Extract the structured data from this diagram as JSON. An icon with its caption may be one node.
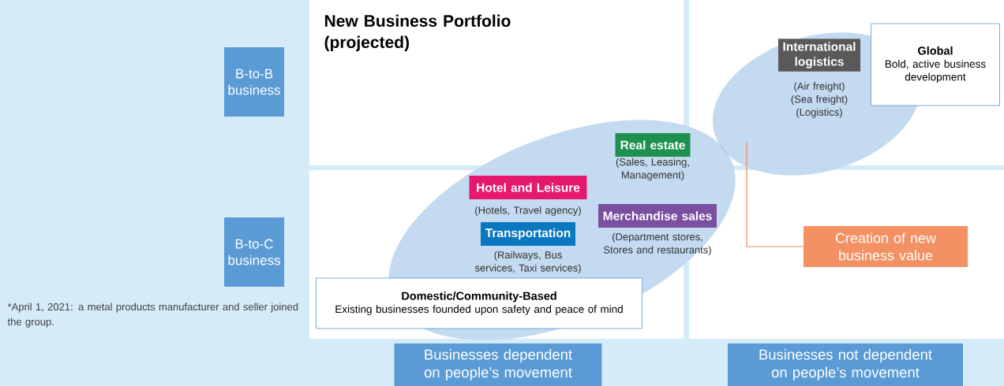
{
  "diagram": {
    "title": "New Business Portfolio (projected)",
    "nodes": [
      {
        "text": [
          "B-to-B business"
        ]
      },
      {
        "text": [
          "B-to-C business"
        ]
      },
      {
        "text": [
          "International logistics"
        ],
        "beside": [
          "(Air freight) (Sea freight) (Logistics)"
        ]
      },
      {
        "text": [
          "Global",
          "Bold, active business development"
        ]
      },
      {
        "text": [
          "Real estate"
        ],
        "beside": [
          "(Sales, Leasing, Management)"
        ]
      },
      {
        "text": [
          "Hotel and Leisure"
        ],
        "beside": [
          "(Hotels, Travel agency)"
        ]
      },
      {
        "text": [
          "Merchandise sales"
        ],
        "beside": [
          "(Department stores, Stores and restaurants)"
        ]
      },
      {
        "text": [
          "Transportation"
        ],
        "beside": [
          "(Railways, Bus services, Taxi services)"
        ]
      },
      {
        "text": [
          "Creation of new business value"
        ]
      },
      {
        "text": [
          "Domestic/Community-Based",
          "Existing businesses founded upon safety and peace of mind"
        ]
      },
      {
        "text": [
          "Businesses dependent on people’s movement"
        ]
      },
      {
        "text": [
          "Businesses not dependent on people’s movement"
        ]
      }
    ],
    "edges": [
      {
        "from": null,
        "to": 8,
        "arrow": "none",
        "color": "#f08a5a"
      }
    ],
    "labels": [
      "*April 1, 2021: a metal products manufacturer and seller joined the group."
    ]
  }
}
